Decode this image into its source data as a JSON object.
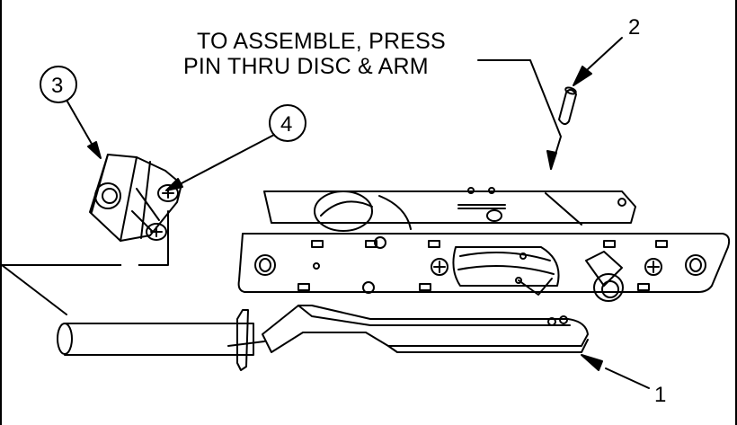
{
  "note": {
    "line1": "TO ASSEMBLE, PRESS",
    "line2": "PIN THRU DISC & ARM"
  },
  "callouts": {
    "c1": "1",
    "c2": "2",
    "c3": "3",
    "c4": "4"
  },
  "colors": {
    "line": "#000000",
    "background": "#ffffff"
  },
  "icons": [
    "arrowhead",
    "screw-head",
    "mounting-hole"
  ]
}
